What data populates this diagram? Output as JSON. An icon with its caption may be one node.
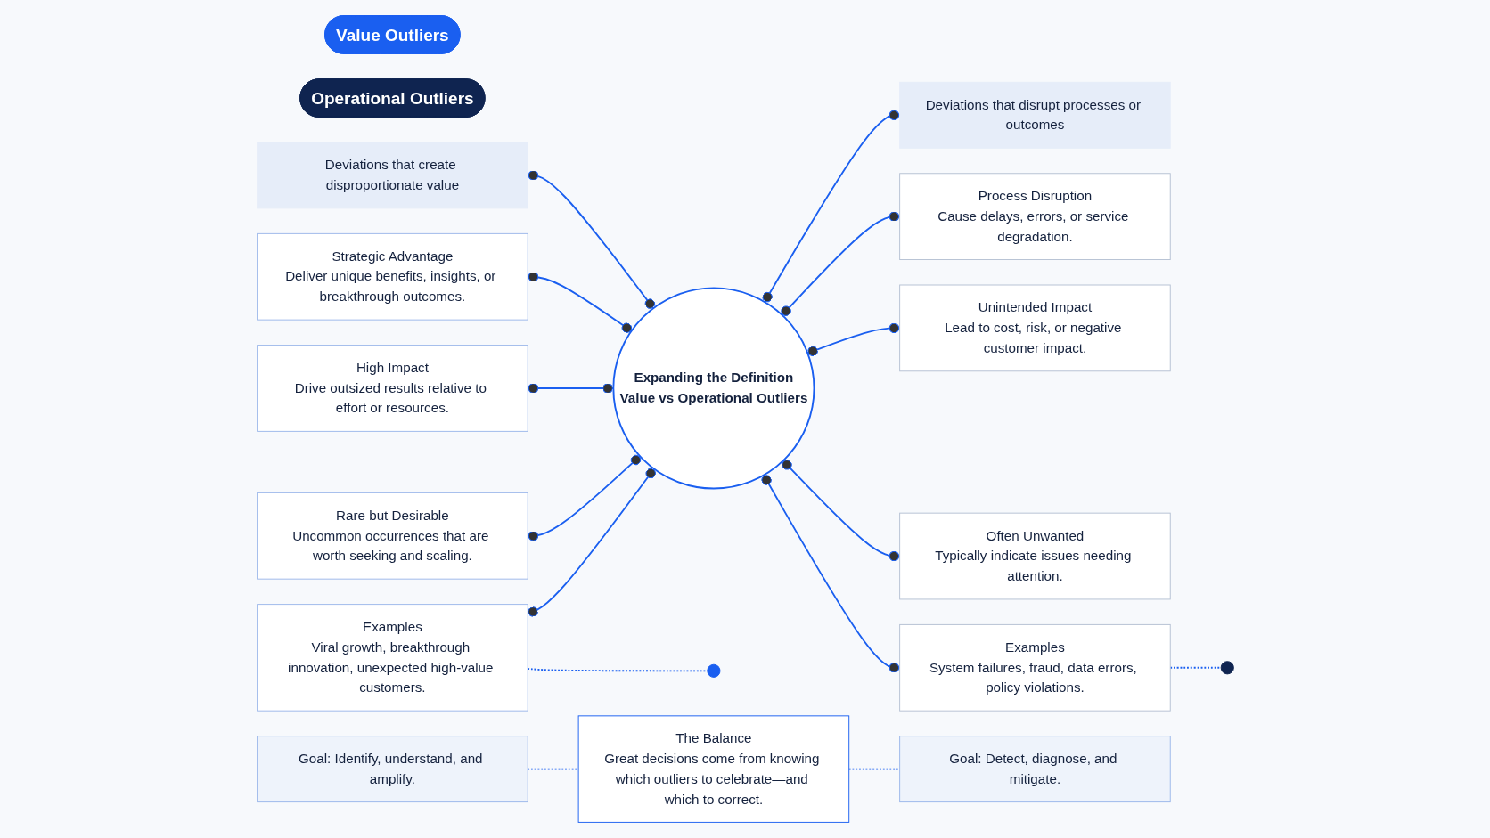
{
  "diagram": {
    "nodes": [
      {
        "text": [
          "Value Outliers"
        ]
      },
      {
        "text": [
          "Operational Outliers"
        ]
      },
      {
        "text": [
          "Deviations that create disproportionate value"
        ]
      },
      {
        "text": [
          "Deviations that disrupt processes or outcomes"
        ]
      },
      {
        "text": [
          "Expanding the Definition",
          "Value vs Operational Outliers"
        ]
      },
      {
        "text": [
          "Strategic Advantage",
          "Deliver unique benefits, insights, or breakthrough outcomes."
        ]
      },
      {
        "text": [
          "High Impact",
          "Drive outsized results relative to effort or resources."
        ]
      },
      {
        "text": [
          "Rare but Desirable",
          "Uncommon occurrences that are worth seeking and scaling."
        ]
      },
      {
        "text": [
          "Examples",
          "Viral growth, breakthrough innovation, unexpected high-value customers."
        ]
      },
      {
        "text": [
          "Process Disruption",
          "Cause delays, errors, or service degradation."
        ]
      },
      {
        "text": [
          "Unintended Impact",
          "Lead to cost, risk, or negative customer impact."
        ]
      },
      {
        "text": [
          "Often Unwanted",
          "Typically indicate issues needing attention."
        ]
      },
      {
        "text": [
          "Examples",
          "System failures, fraud, data errors, policy violations."
        ]
      },
      {
        "text": [],
        "shape": "circle"
      },
      {
        "text": [],
        "shape": "circle"
      },
      {
        "text": [
          "Goal: Identify, understand, and amplify."
        ]
      },
      {
        "text": [
          "The Balance",
          "Great decisions come from knowing which outliers to celebrate—and which to correct."
        ]
      },
      {
        "text": [
          "Goal: Detect, diagnose, and mitigate."
        ]
      }
    ],
    "edges": [
      {
        "from": 2,
        "to": 4,
        "arrow": "other"
      },
      {
        "from": 4,
        "to": 3,
        "arrow": "other"
      },
      {
        "from": 5,
        "to": 4,
        "arrow": "other"
      },
      {
        "from": 6,
        "to": 4,
        "arrow": "other"
      },
      {
        "from": 7,
        "to": 4,
        "arrow": "other"
      },
      {
        "from": 8,
        "to": 4,
        "arrow": "other"
      },
      {
        "from": 4,
        "to": 9,
        "arrow": "other"
      },
      {
        "from": 4,
        "to": 10,
        "arrow": "other"
      },
      {
        "from": 4,
        "to": 11,
        "arrow": "other"
      },
      {
        "from": 4,
        "to": 12,
        "arrow": "other"
      },
      {
        "from": 8,
        "to": 13,
        "arrow": "none",
        "style": "dashed"
      },
      {
        "from": 12,
        "to": 14,
        "arrow": "none",
        "style": "dashed"
      },
      {
        "from": 15,
        "to": 16,
        "arrow": "none",
        "style": "dashed"
      },
      {
        "from": 16,
        "to": 17,
        "arrow": "none",
        "style": "dashed"
      }
    ]
  }
}
